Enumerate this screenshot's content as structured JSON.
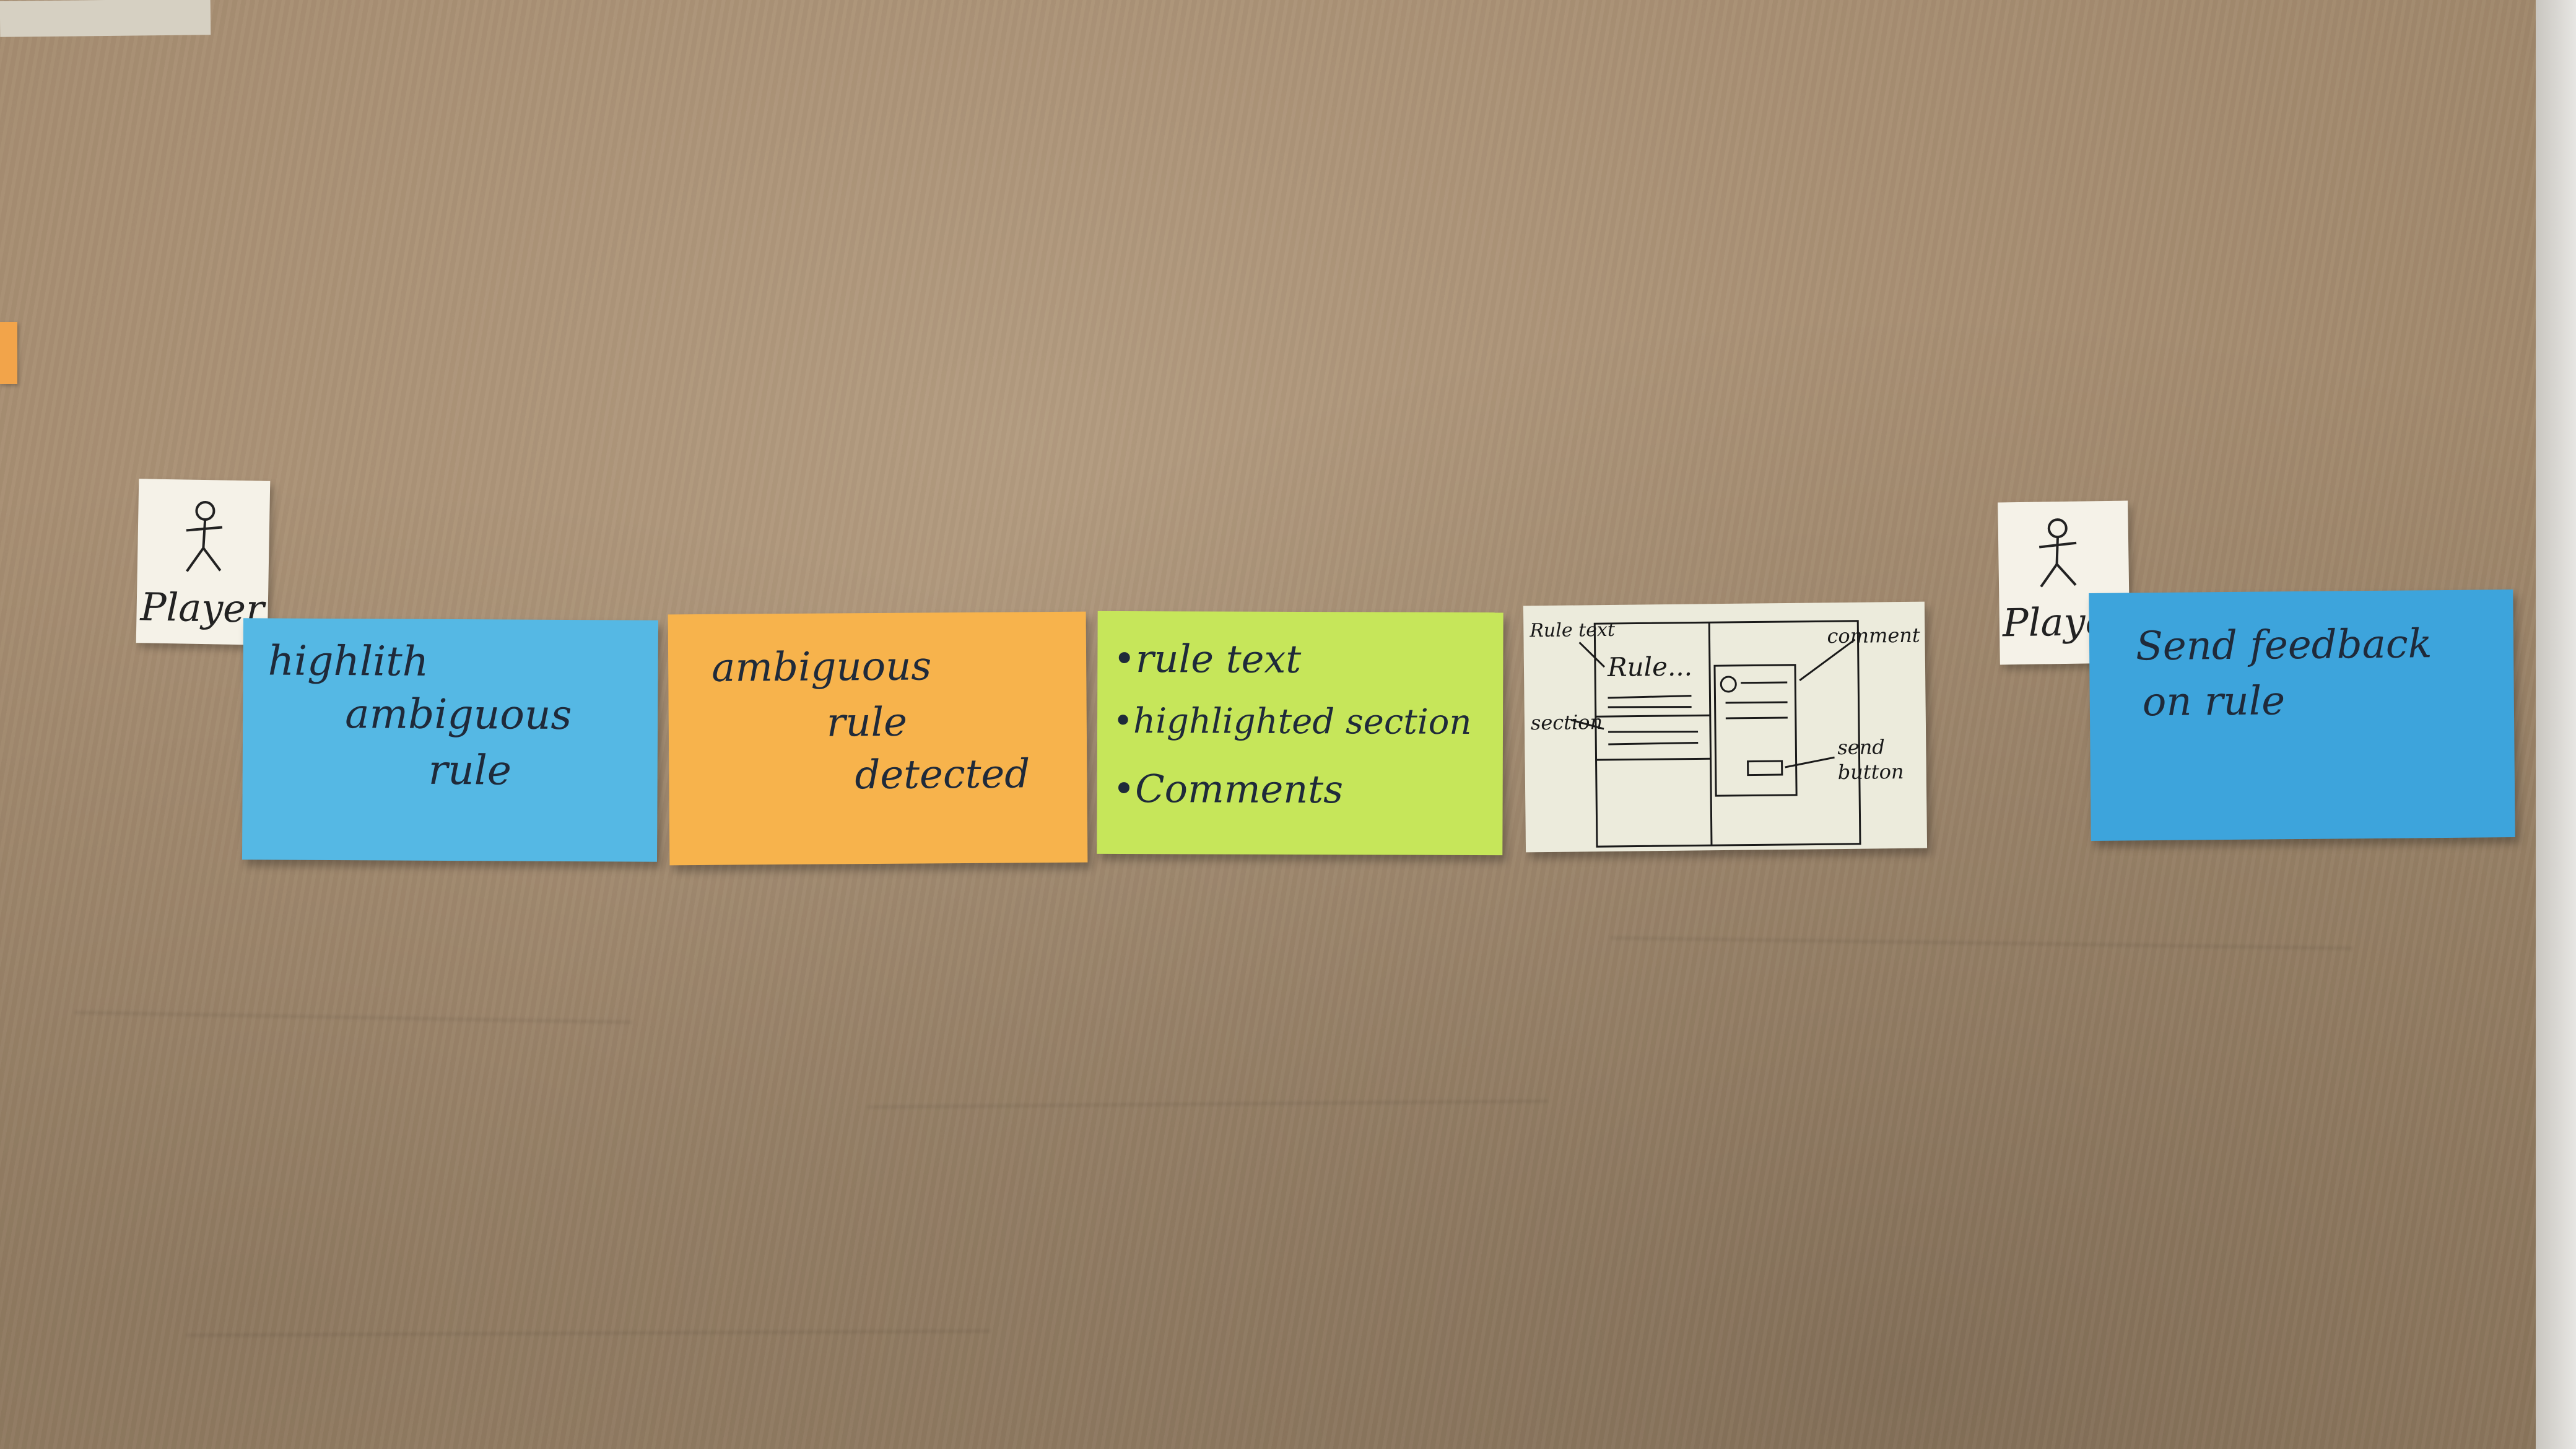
{
  "actors": [
    {
      "label": "Player"
    },
    {
      "label": "Player"
    }
  ],
  "notes": {
    "blue_1": {
      "lines": [
        "highlith",
        "ambiguous",
        "rule"
      ],
      "color": "#55b8e4"
    },
    "orange": {
      "lines": [
        "ambiguous",
        "rule",
        "detected"
      ],
      "color": "#f7b34c"
    },
    "green": {
      "lines": [
        "•rule text",
        "•highlighted section",
        "•Comments"
      ],
      "color": "#c6e65a"
    },
    "blue_2": {
      "lines": [
        "Send feedback",
        "on rule"
      ],
      "color": "#3da4dc"
    }
  },
  "sketch": {
    "labels": {
      "rule_text": "Rule text",
      "rule_header": "Rule...",
      "section": "section",
      "comment": "comment",
      "send_button_1": "send",
      "send_button_2": "button"
    },
    "color": "#ecebdc"
  },
  "colors": {
    "paper": "#a88f73",
    "actor_card": "#f5f2e8"
  }
}
